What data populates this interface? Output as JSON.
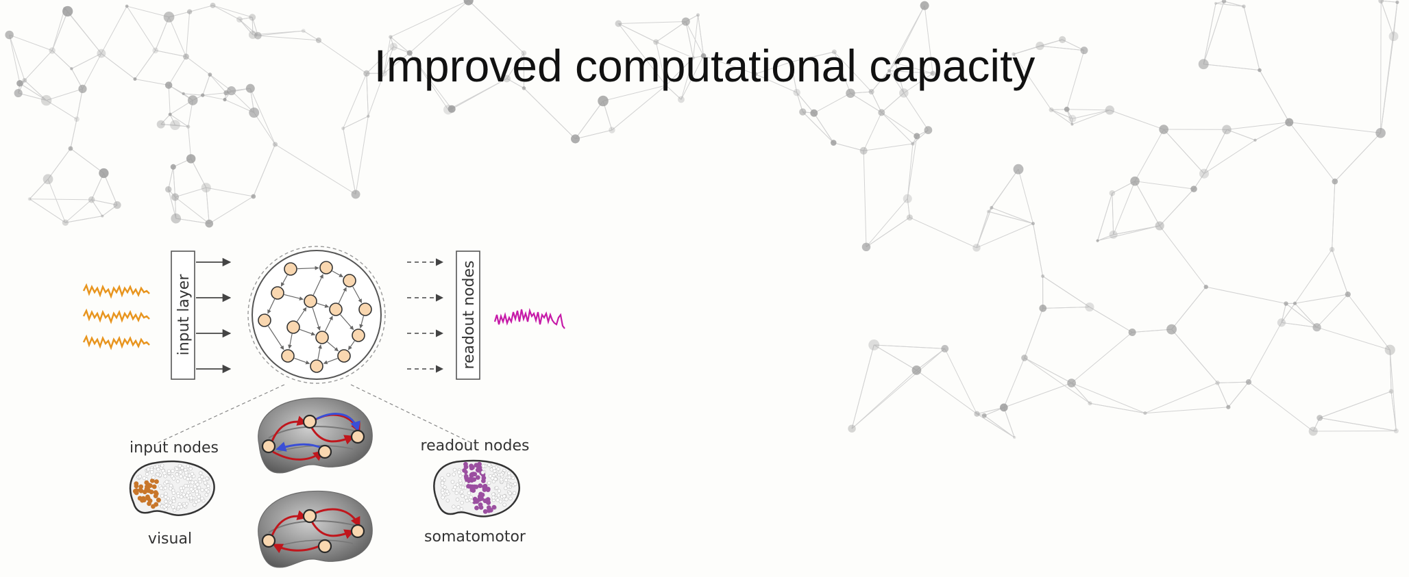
{
  "slide": {
    "title": "Improved computational capacity"
  },
  "figure": {
    "input_layer_label": "input layer",
    "readout_layer_label": "readout nodes",
    "input_nodes_label": "input nodes",
    "readout_nodes_label": "readout nodes",
    "input_region_label": "visual",
    "readout_region_label": "somatomotor"
  },
  "colors": {
    "input_signal": "#e8951f",
    "output_signal": "#c61aa8",
    "node_fill": "#f9d7b0",
    "node_stroke": "#2a2a2a",
    "excitatory_edge": "#c0161c",
    "inhibitory_edge": "#3a4fd6",
    "visual_region": "#c8762a",
    "somatomotor_region": "#9b4fa0",
    "background_network": "#9a9a9a"
  }
}
